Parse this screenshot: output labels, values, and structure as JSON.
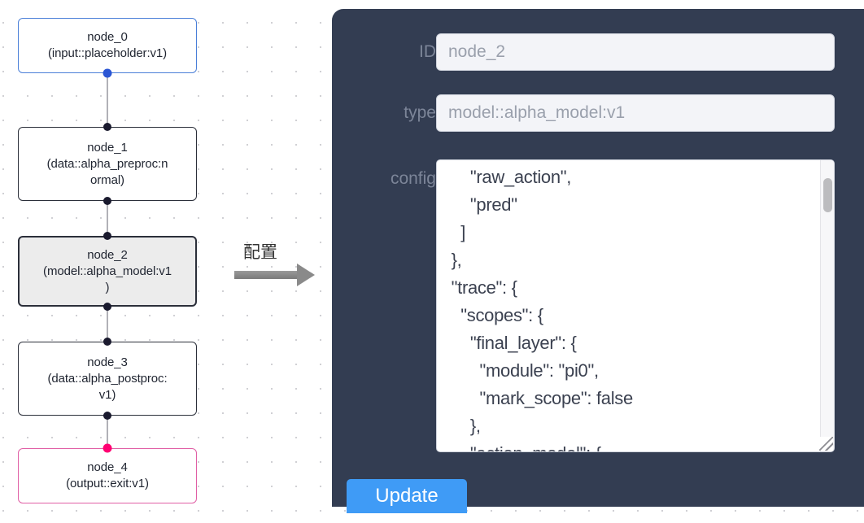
{
  "canvas": {
    "nodes": [
      {
        "id": "node_0",
        "label": "node_0\n(input::placeholder:v1)",
        "kind": "input",
        "selected": false
      },
      {
        "id": "node_1",
        "label": "node_1\n(data::alpha_preproc:n\normal)",
        "kind": "default",
        "selected": false
      },
      {
        "id": "node_2",
        "label": "node_2\n(model::alpha_model:v1\n)",
        "kind": "default",
        "selected": true
      },
      {
        "id": "node_3",
        "label": "node_3\n(data::alpha_postproc:\nv1)",
        "kind": "default",
        "selected": false
      },
      {
        "id": "node_4",
        "label": "node_4\n(output::exit:v1)",
        "kind": "output",
        "selected": false
      }
    ]
  },
  "annotation": {
    "label": "配置"
  },
  "panel": {
    "fields": {
      "id": {
        "label": "ID",
        "value": "node_2"
      },
      "type": {
        "label": "type",
        "value": "model::alpha_model:v1"
      },
      "config": {
        "label": "config",
        "value": "      \"raw_action\",\n      \"pred\"\n    ]\n  },\n  \"trace\": {\n    \"scopes\": {\n      \"final_layer\": {\n        \"module\": \"pi0\",\n        \"mark_scope\": false\n      },\n      \"action_model\": {"
      }
    },
    "update_button": "Update"
  }
}
